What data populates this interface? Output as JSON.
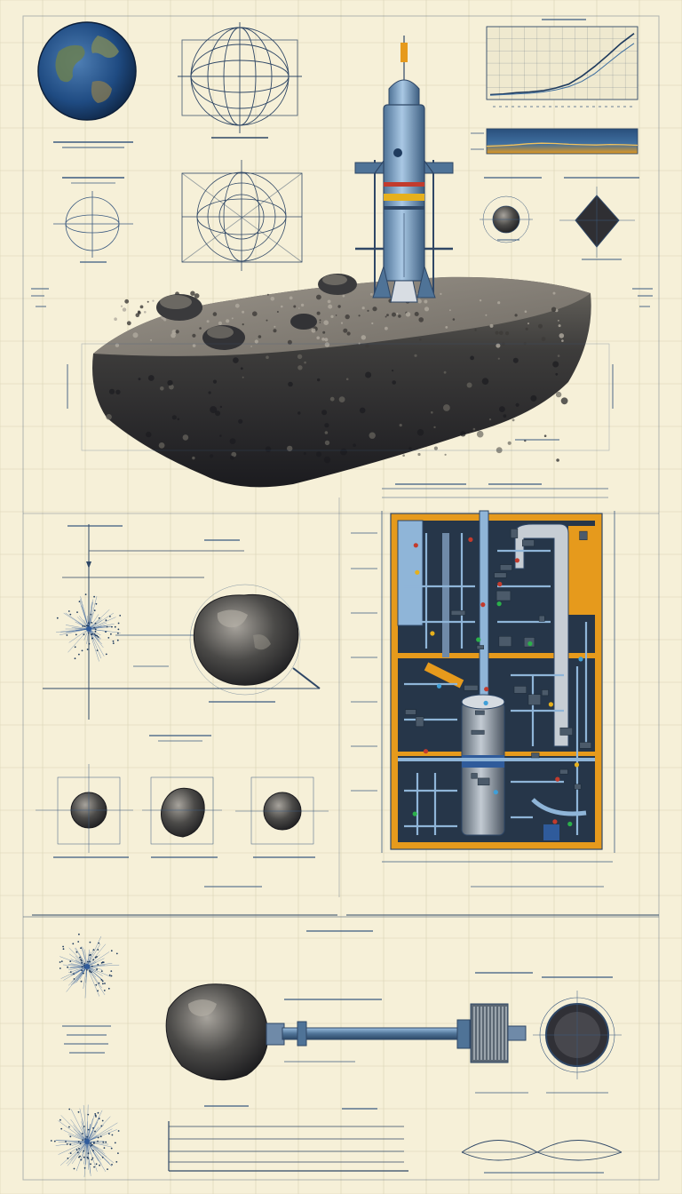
{
  "sheet": {
    "colors": {
      "paper": "#f6f0d8",
      "grid": "#d9d2b4",
      "line": "#2f4766",
      "annotation": "#3b5a80",
      "rock_dark": "#2f2f33",
      "rock_mid": "#5d5b57",
      "rock_light": "#8e8a83",
      "rocket_body": "#8fb5d8",
      "rocket_dark": "#4f7397",
      "accent_orange": "#e69a1c",
      "accent_red": "#c23b2d",
      "earth_ocean": "#1f4b82",
      "earth_land": "#6a7f52"
    },
    "icons": [
      "earth-globe-icon",
      "wireframe-sphere-icon",
      "rocket-icon",
      "asteroid-icon",
      "machinery-cutaway-icon",
      "drill-shaft-icon",
      "line-chart-icon"
    ],
    "chart_1": {
      "series": [
        0.02,
        0.03,
        0.05,
        0.06,
        0.08,
        0.12,
        0.18,
        0.3,
        0.45,
        0.62,
        0.8,
        0.95
      ],
      "secondary": [
        0.01,
        0.02,
        0.03,
        0.04,
        0.06,
        0.09,
        0.14,
        0.22,
        0.34,
        0.5,
        0.66,
        0.8
      ]
    },
    "band_chart": {
      "series": [
        0.3,
        0.32,
        0.35,
        0.4,
        0.42,
        0.41,
        0.38,
        0.36,
        0.35,
        0.37,
        0.36,
        0.34
      ]
    }
  }
}
